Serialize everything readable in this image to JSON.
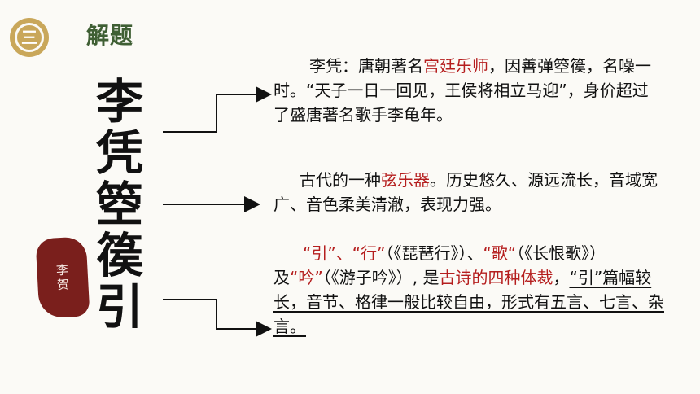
{
  "section": {
    "number": "三",
    "title": "解题"
  },
  "vertical_title": [
    "李",
    "凭",
    "箜",
    "篌",
    "引"
  ],
  "seal": {
    "chars": [
      "李",
      "贺"
    ]
  },
  "colors": {
    "accent_red": "#b51e1e",
    "title_green": "#3f5f34",
    "badge_gold": "#c9a75a",
    "seal_red": "#7a1f1c"
  },
  "notes": {
    "note1": {
      "a": "李凭：唐朝著名",
      "b": "宫廷乐师",
      "c": "，因善弹箜篌，名噪一时。“天子一日一回见，王侯将相立马迎”，身价超过了盛唐著名歌手李龟年。"
    },
    "note2": {
      "a": "古代的一种",
      "b": "弦乐器",
      "c": "。历史悠久、源远流长，音域宽广、音色柔美清澈，表现力强。"
    },
    "note3": {
      "a": "“引”、“行”",
      "b": "（《琵琶行》）、",
      "c": "“歌“",
      "d": "（《长恨歌》）及",
      "e": "“吟”",
      "f": "（《游子吟》）, 是",
      "g": "古诗的四种体裁",
      "h": "，",
      "i": "“引”篇幅较长，音节、格律一般比较自由，形式有五言、七言、杂言。"
    }
  }
}
